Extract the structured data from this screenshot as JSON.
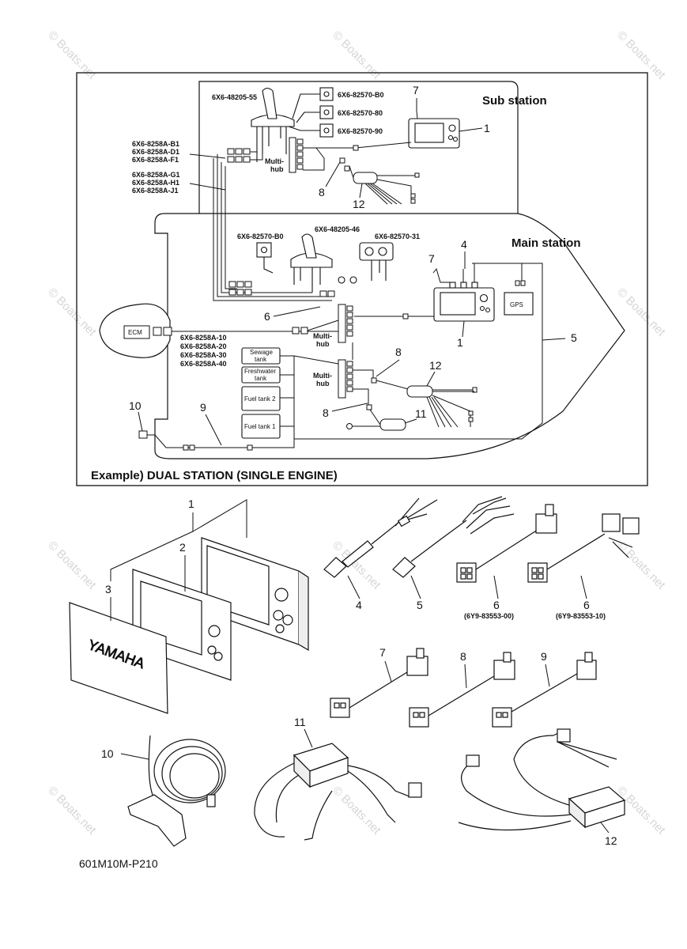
{
  "diagram": {
    "title": "Example) DUAL STATION (SINGLE ENGINE)",
    "sub_station_label": "Sub station",
    "main_station_label": "Main station",
    "drawing_code": "601M10M-P210",
    "watermark": "© Boats.net",
    "parts": {
      "sub_lever": "6X6-48205-55",
      "sub_switch_b0": "6X6-82570-B0",
      "sub_switch_80": "6X6-82570-80",
      "sub_switch_90": "6X6-82570-90",
      "harness_b1": "6X6-8258A-B1",
      "harness_d1": "6X6-8258A-D1",
      "harness_f1": "6X6-8258A-F1",
      "harness_g1": "6X6-8258A-G1",
      "harness_h1": "6X6-8258A-H1",
      "harness_j1": "6X6-8258A-J1",
      "main_switch_b0": "6X6-82570-B0",
      "main_lever": "6X6-48205-46",
      "main_switch_31": "6X6-82570-31",
      "harness_10": "6X6-8258A-10",
      "harness_20": "6X6-8258A-20",
      "harness_30": "6X6-8258A-30",
      "harness_40": "6X6-8258A-40",
      "part6_a": "(6Y9-83553-00)",
      "part6_b": "(6Y9-83553-10)"
    },
    "components": {
      "ecm": "ECM",
      "gps": "GPS",
      "multihub": "Multi-\nhub",
      "sewage_1": "Sewage",
      "sewage_2": "tank",
      "fresh_1": "Freshwater",
      "fresh_2": "tank",
      "fuel2": "Fuel tank 2",
      "fuel1": "Fuel tank 1",
      "multi": "Multi-",
      "hub": "hub",
      "display_brand": "YAMAHA"
    },
    "callouts": {
      "n1": "1",
      "n2": "2",
      "n3": "3",
      "n4": "4",
      "n5": "5",
      "n6": "6",
      "n7": "7",
      "n8": "8",
      "n9": "9",
      "n10": "10",
      "n11": "11",
      "n12": "12"
    }
  }
}
